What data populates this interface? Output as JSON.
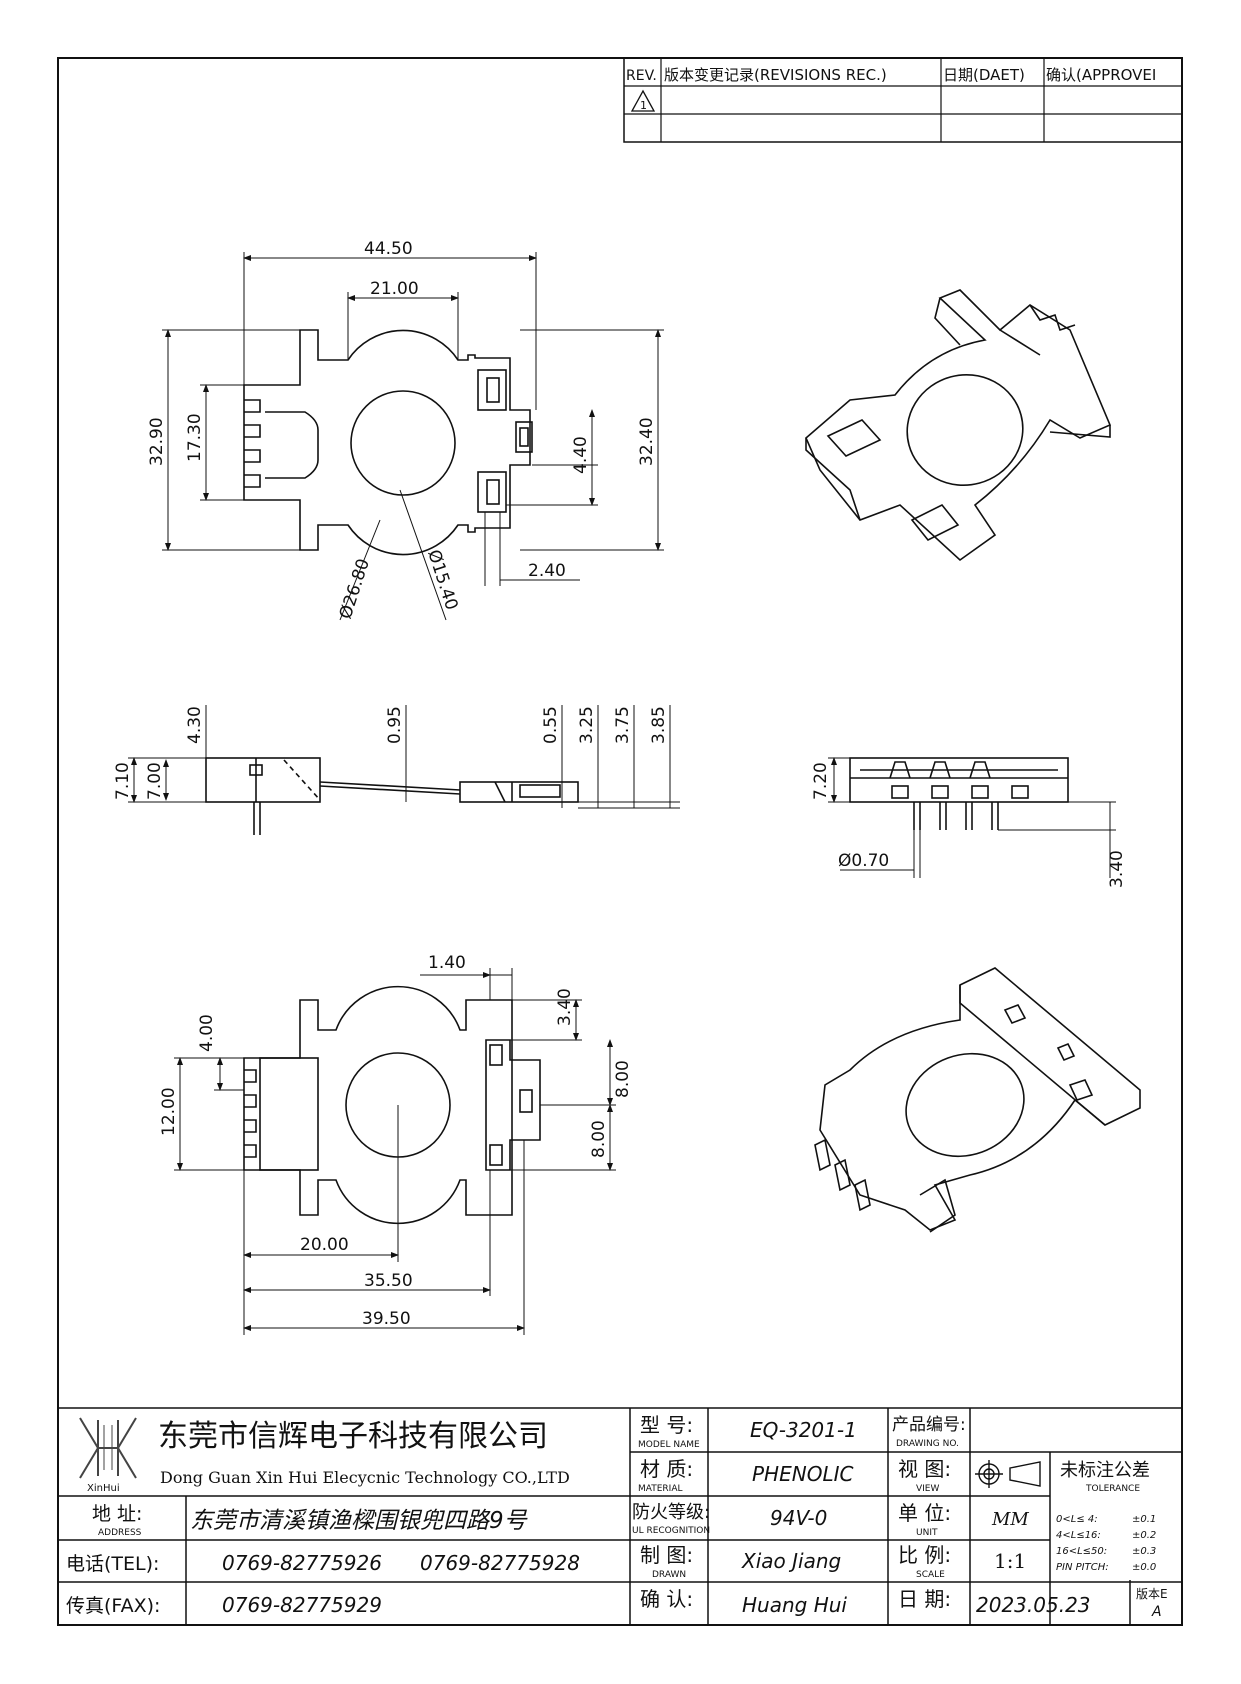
{
  "revision_block": {
    "col_rev": "REV.",
    "col_record": "版本变更记录(REVISIONS REC.)",
    "col_date": "日期(DAET)",
    "col_approve": "确认(APPROVEI",
    "rev_mark": "1"
  },
  "dimensions": {
    "top_view": {
      "overall_width": "44.50",
      "inner_width": "21.00",
      "height_left": "32.90",
      "slot_height": "17.30",
      "height_right": "32.40",
      "pin_gap": "4.40",
      "outer_diameter": "Ø26.80",
      "hole_diameter": "Ø15.40",
      "tab_width": "2.40"
    },
    "side_view": {
      "total_height": "7.10",
      "body_height": "7.00",
      "top_step": "4.30",
      "flange": "0.95",
      "d1": "0.55",
      "d2": "3.25",
      "d3": "3.75",
      "d4": "3.85"
    },
    "front_view": {
      "height": "7.20",
      "pin_diameter": "Ø0.70",
      "pin_length": "3.40"
    },
    "bottom_view": {
      "rail_width": "1.40",
      "rail_offset": "3.40",
      "pin_pitch": "4.00",
      "pin_span": "12.00",
      "upper_pitch": "8.00",
      "lower_pitch": "8.00",
      "center_offset": "20.00",
      "mid_width": "35.50",
      "overall_width": "39.50"
    }
  },
  "title_block": {
    "company_cn": "东莞市信辉电子科技有限公司",
    "company_en": "Dong Guan Xin Hui Elecycnic Technology CO.,LTD",
    "logo_text": "XinHui",
    "address_label": "地 址:",
    "address_label_en": "ADDRESS",
    "address_value": "东莞市清溪镇渔樑围银兜四路9号",
    "tel_label": "电话(TEL):",
    "tel_value_1": "0769-82775926",
    "tel_value_2": "0769-82775928",
    "fax_label": "传真(FAX):",
    "fax_value": "0769-82775929",
    "model_label": "型 号:",
    "model_label_en": "MODEL NAME",
    "model_value": "EQ-3201-1",
    "material_label": "材 质:",
    "material_label_en": "MATERIAL",
    "material_value": "PHENOLIC",
    "ul_label": "防火等级:",
    "ul_label_en": "UL RECOGNITION",
    "ul_value": "94V-0",
    "drawn_label": "制 图:",
    "drawn_label_en": "DRAWN",
    "drawn_value": "Xiao Jiang",
    "check_label": "确 认:",
    "check_value": "Huang Hui",
    "drawing_no_label": "产品编号:",
    "drawing_no_label_en": "DRAWING NO.",
    "view_label": "视 图:",
    "view_label_en": "VIEW",
    "unit_label": "单 位:",
    "unit_label_en": "UNIT",
    "unit_value": "MM",
    "scale_label": "比 例:",
    "scale_label_en": "SCALE",
    "scale_value": "1:1",
    "date_label": "日 期:",
    "date_value": "2023.05.23",
    "version_label": "版本E",
    "version_value": "A",
    "tolerance_label": "未标注公差",
    "tolerance_label_en": "TOLERANCE",
    "tol_1": "0<L≤ 4:",
    "tol_1v": "±0.1",
    "tol_2": "4<L≤16:",
    "tol_2v": "±0.2",
    "tol_3": "16<L≤50:",
    "tol_3v": "±0.3",
    "tol_4": "PIN PITCH:",
    "tol_4v": "±0.0"
  }
}
